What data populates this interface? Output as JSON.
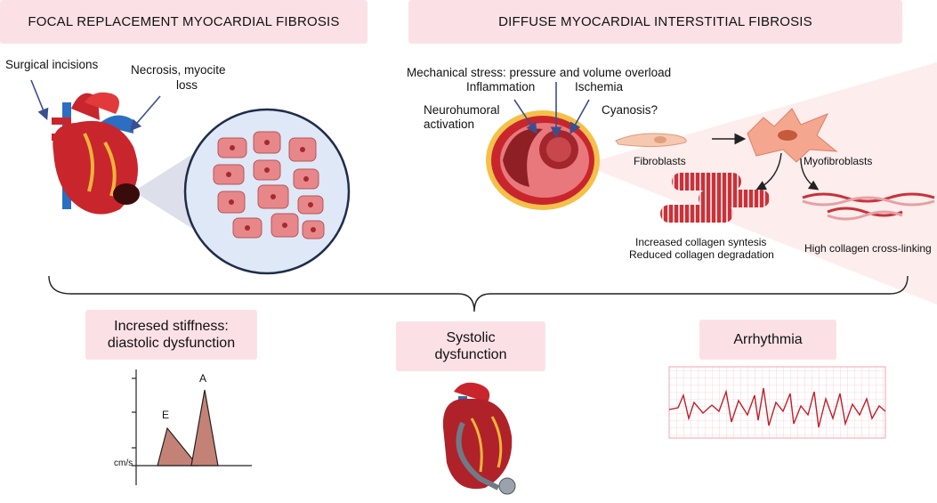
{
  "titles": {
    "focal": "FOCAL REPLACEMENT MYOCARDIAL FIBROSIS",
    "diffuse": "DIFFUSE MYOCARDIAL INTERSTITIAL FIBROSIS"
  },
  "focal_labels": {
    "surgical": "Surgical incisions",
    "necrosis_1": "Necrosis, myocite",
    "necrosis_2": "loss"
  },
  "diffuse_labels": {
    "mechanical": "Mechanical stress: pressure and volume overload",
    "inflammation": "Inflammation",
    "ischemia": "Ischemia",
    "neurohumoral_1": "Neurohumoral",
    "neurohumoral_2": "activation",
    "cyanosis": "Cyanosis?",
    "fibroblasts": "Fibroblasts",
    "myofibroblasts": "Myofibroblasts",
    "collagen_1": "Increased collagen syntesis",
    "collagen_2": "Reduced collagen degradation",
    "crosslink": "High collagen cross-linking"
  },
  "outcomes": {
    "stiffness_1": "Incresed stiffness:",
    "stiffness_2": "diastolic dysfunction",
    "systolic_1": "Systolic",
    "systolic_2": "dysfunction",
    "arrhythmia": "Arrhythmia"
  },
  "doppler": {
    "peak_e": "E",
    "peak_a": "A",
    "unit": "cm/s"
  },
  "colors": {
    "box_fill": "#fbe1e6",
    "heart_red": "#c8262c",
    "vessel_blue": "#2a6fc1",
    "tissue_pink": "#e8878a",
    "arrow_blue": "#3b4f8f"
  }
}
